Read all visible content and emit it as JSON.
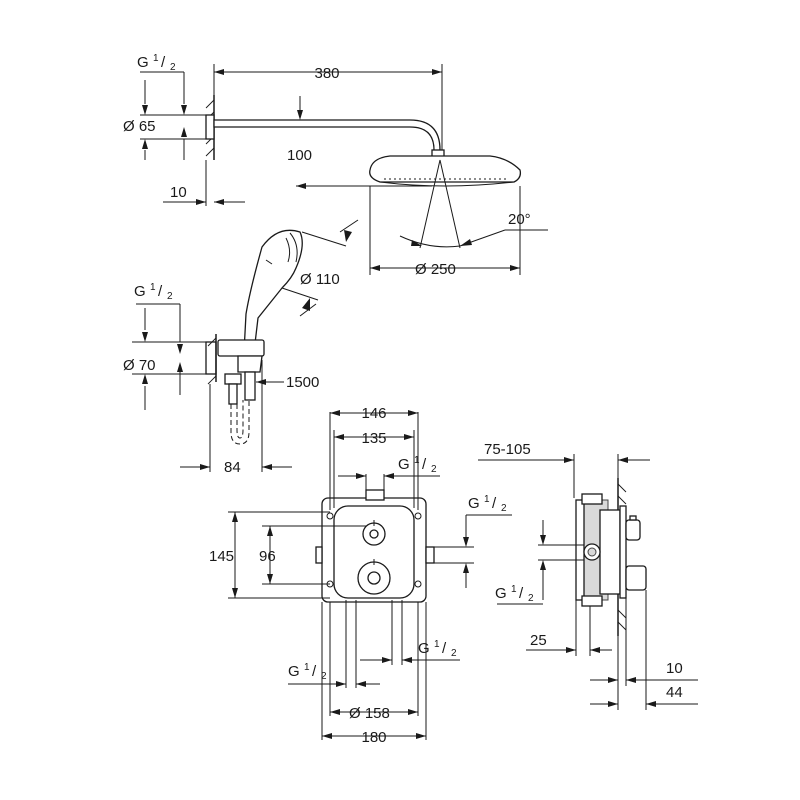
{
  "labels": {
    "g_main": "G",
    "half_num": "1",
    "half_den": "2",
    "d380": "380",
    "d65": "Ø 65",
    "d100": "100",
    "d10_top": "10",
    "d20deg": "20°",
    "d250": "Ø 250",
    "d110": "Ø 110",
    "d70": "Ø 70",
    "d1500": "1500",
    "d84": "84",
    "d146": "146",
    "d135": "135",
    "d145": "145",
    "d96": "96",
    "d75_105": "75-105",
    "d25": "25",
    "d10_side": "10",
    "d44": "44",
    "d158": "Ø 158",
    "d180": "180"
  }
}
